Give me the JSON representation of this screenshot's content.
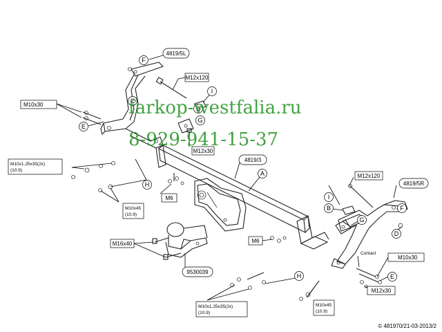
{
  "labels": {
    "L4819_5L": "4819/5L",
    "L4819_5R": "4819/5R",
    "L4819_3": "4819/3",
    "M12x120_top": "M12x120",
    "M12x120_right": "M12x120",
    "M10x30_left": "M10x30",
    "M10x30_right": "M10x30",
    "M12x30_center": "M12x30",
    "M12x30_right": "M12x30",
    "M10x1_25_left": "M10x1.25x35(2x)",
    "M10x1_25_left_sub": "(10.9)",
    "M10x1_25_bottom": "M10x1.25x35(2x)",
    "M10x1_25_bottom_sub": "(10.9)",
    "M10x45_left": "M10x45",
    "M10x45_left_sub": "(10.9)",
    "M10x45_bottom": "M10x45",
    "M10x45_bottom_sub": "(10.9)",
    "M6_left": "M6",
    "M6_center": "M6",
    "M16x40": "M16x40",
    "ball_code": "9530039",
    "contact": "Contact"
  },
  "callouts": {
    "A": "A",
    "B_left": "B",
    "B_right": "B",
    "C": "C",
    "D": "D",
    "E_left": "E",
    "E_right": "E",
    "F_left": "F",
    "F_right": "F",
    "G_left": "G",
    "G_right": "G",
    "H_left": "H",
    "H_bottom": "H",
    "I_left": "I",
    "I_right": "I"
  },
  "watermark": {
    "site": "farkop-westfalia.ru",
    "phone": "8-929-941-15-37"
  },
  "copyright": "© 481970/21-03-2013/2"
}
